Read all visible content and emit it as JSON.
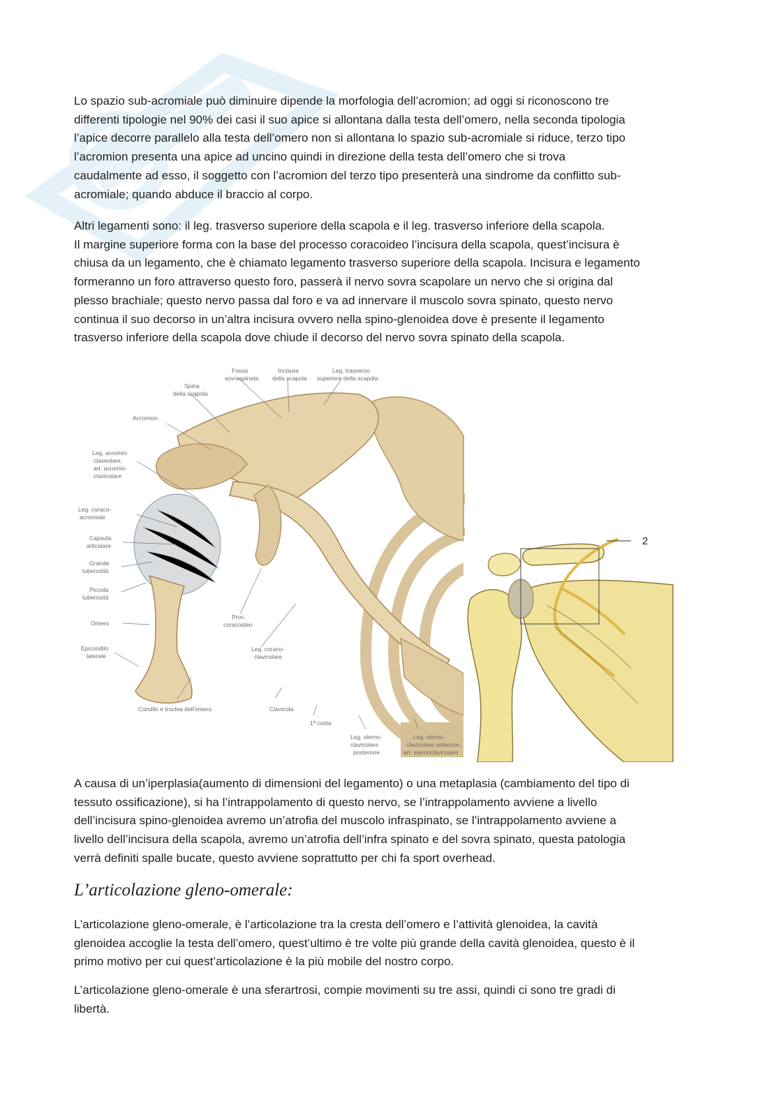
{
  "paragraphs": {
    "p1": [
      "Lo spazio sub-acromiale può diminuire dipende la morfologia dell’acromion; ad oggi si riconoscono tre",
      "differenti tipologie nel 90% dei casi il suo apice si allontana dalla testa dell’omero, nella seconda tipologia",
      "l’apice decorre parallelo alla testa dell’omero non si allontana lo spazio sub-acromiale si riduce, terzo tipo",
      "l’acromion presenta una apice ad uncino quindi in direzione della testa dell’omero che si trova",
      "caudalmente ad esso, il soggetto con l’acromion del terzo tipo presenterà una sindrome da conflitto sub-",
      "acromiale; quando abduce il braccio al corpo."
    ],
    "p2": [
      "Altri legamenti sono: il leg. trasverso superiore della scapola e il leg. trasverso inferiore della scapola.",
      "Il margine superiore forma con la base del processo coracoideo l’incisura della scapola, quest’incisura è",
      "chiusa da un legamento, che è chiamato legamento trasverso superiore della scapola. Incisura e legamento",
      "formeranno un foro attraverso questo foro, passerà il nervo sovra scapolare un nervo che si origina dal",
      "plesso brachiale; questo nervo passa dal foro e va ad innervare il muscolo sovra spinato, questo nervo",
      "continua il suo decorso in un’altra incisura ovvero nella spino-glenoidea dove è presente il legamento",
      "trasverso inferiore della scapola dove chiude il decorso del nervo sovra spinato della scapola."
    ],
    "p3": [
      "A causa di un’iperplasia(aumento di dimensioni del legamento) o una metaplasia (cambiamento del tipo di",
      "tessuto ossificazione), si ha l’intrappolamento di questo nervo, se l’intrappolamento avviene  a livello",
      "dell’incisura spino-glenoidea avremo un’atrofia del muscolo infraspinato, se l’intrappolamento avviene a",
      "livello dell’incisura della scapola, avremo un’atrofia dell’infra spinato e del sovra spinato, questa patologia",
      "verrà definiti spalle bucate, questo avviene soprattutto per chi fa sport overhead."
    ],
    "p4": [
      "L’articolazione gleno-omerale, è l’articolazione tra la cresta dell’omero e l’attività glenoidea, la cavità",
      "glenoidea accoglie la testa dell’omero, quest’ultimo è tre volte più grande della cavità glenoidea, questo è il",
      "primo motivo per cui quest’articolazione è la più mobile del nostro corpo."
    ],
    "p5": [
      "L’articolazione gleno-omerale è una sferartrosi, compie movimenti su tre assi, quindi ci sono tre gradi di",
      "libertà."
    ]
  },
  "heading": "L’articolazione gleno-omerale:",
  "figure_left": {
    "labels": {
      "fossa": [
        "Fossa",
        "sovraspinata"
      ],
      "incisura": [
        "Incisura",
        "della scapola"
      ],
      "leg_trasverso": [
        "Leg. trasverso",
        "superiore della scapola"
      ],
      "spina": [
        "Spina",
        "della scapola"
      ],
      "acromion": [
        "Acromion"
      ],
      "leg_acromio": [
        "Leg. acromio-",
        "claveolare,",
        "art. acromio-",
        "clavicolare"
      ],
      "leg_coraco_acromiale": [
        "Leg. coraco-",
        "acromiale"
      ],
      "capsula": [
        "Capsula",
        "articolare"
      ],
      "grande_tub": [
        "Grande",
        "tuberosità"
      ],
      "piccola_tub": [
        "Piccola",
        "tuberosità"
      ],
      "omero": [
        "Omero"
      ],
      "epicondilo": [
        "Epicondilo",
        "laterale"
      ],
      "proc_coracoideo": [
        "Proc.",
        "coracoideo"
      ],
      "leg_coraco_clav": [
        "Leg. coraco-",
        "clavicolare"
      ],
      "condilo": [
        "Condilo e troclea dell'omero"
      ],
      "clavicola": [
        "Clavicola"
      ],
      "prima_costa": [
        "1ª costa"
      ],
      "leg_sterno_post": [
        "Leg. sterno-",
        "clavicolare",
        "posteriore"
      ],
      "leg_sterno_ant": [
        "Leg. sterno-",
        "clavicolare anteriore,",
        "art. sternoclavicolare"
      ]
    }
  },
  "figure_right": {
    "label_number": "2"
  },
  "colors": {
    "bone": "#e6d3aa",
    "bone_shade": "#c9a979",
    "yellow_bone": "#f2e59a",
    "nerve": "#e0b84a",
    "watermark": "#cfe6f3"
  }
}
